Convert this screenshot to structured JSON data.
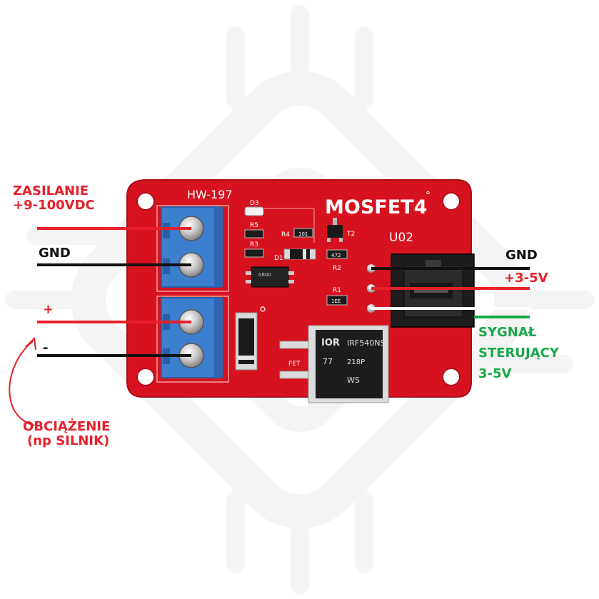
{
  "board": {
    "model": "HW-197",
    "title": "MOSFET4",
    "title_mark": "°",
    "connector_label": "U02",
    "components": {
      "d3": "D3",
      "r5": "R5",
      "r5_code": "",
      "r3": "R3",
      "r4": "R4",
      "r4_code": "101",
      "t2": "T2",
      "d1": "D1",
      "r2": "R2",
      "r2_code": "472",
      "r1": "R1",
      "r1_code": "1EE",
      "opto_text": "0600",
      "mosfet_marking_1": "IRF540NS",
      "mosfet_marking_2": "218P",
      "mosfet_marking_3": "77",
      "mosfet_marking_4": "WS",
      "mosfet_logo": "IOR",
      "fet_label": "FET"
    }
  },
  "labels": {
    "power_line1": "ZASILANIE",
    "power_line2": "+9-100VDC",
    "gnd_left": "GND",
    "plus": "+",
    "minus": "-",
    "load_line1": "OBCIĄŻENIE",
    "load_line2": "(np SILNIK)",
    "gnd_right": "GND",
    "vcc_right": "+3-5V",
    "signal_line1": "SYGNAŁ",
    "signal_line2": "STERUJĄCY",
    "signal_line3": "3-5V"
  },
  "colors": {
    "red": "#e8202a",
    "black": "#111111",
    "green": "#1aa84a",
    "pcb": "#d7121f",
    "terminal": "#3d7fcf"
  }
}
